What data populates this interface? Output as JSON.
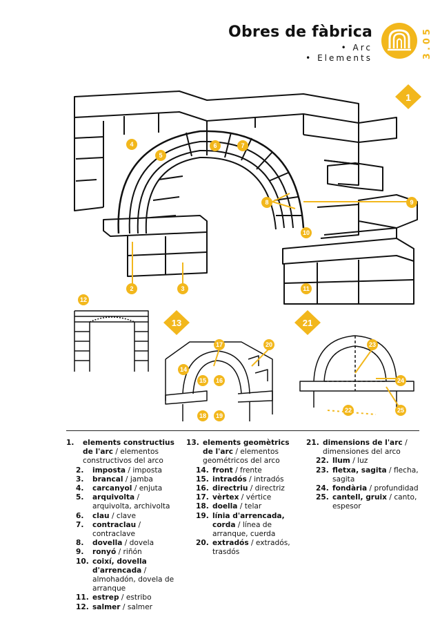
{
  "header": {
    "title": "Obres de fàbrica",
    "subtitle1": "• Arc",
    "subtitle2": "• Elements",
    "section_number": "3.05"
  },
  "figures": {
    "main_badge": "1",
    "detail_badge": "13",
    "dimensions_badge": "21",
    "colors": {
      "accent": "#f2b71c",
      "line": "#111111"
    },
    "main_labels": [
      "4",
      "5",
      "6",
      "7",
      "8",
      "9",
      "10",
      "2",
      "3",
      "11",
      "12"
    ],
    "detail_labels": [
      "17",
      "20",
      "14",
      "15",
      "16",
      "18",
      "19"
    ],
    "dim_labels": [
      "23",
      "24",
      "22",
      "25"
    ]
  },
  "legend": {
    "col1": [
      {
        "n": "1.",
        "term": "elements constructius de l'arc",
        "rest": " / elementos constructivos del arco",
        "level": 0
      },
      {
        "n": "2.",
        "term": "imposta",
        "rest": " / imposta",
        "level": 1
      },
      {
        "n": "3.",
        "term": "brancal",
        "rest": " / jamba",
        "level": 1
      },
      {
        "n": "4.",
        "term": "carcanyol",
        "rest": " / enjuta",
        "level": 1
      },
      {
        "n": "5.",
        "term": "arquivolta",
        "rest": " / arquivolta, archivolta",
        "level": 1
      },
      {
        "n": "6.",
        "term": "clau",
        "rest": " / clave",
        "level": 1
      },
      {
        "n": "7.",
        "term": "contraclau",
        "rest": " / contraclave",
        "level": 1
      },
      {
        "n": "8.",
        "term": "dovella",
        "rest": " / dovela",
        "level": 1
      },
      {
        "n": "9.",
        "term": "ronyó",
        "rest": " / riñón",
        "level": 1
      },
      {
        "n": "10.",
        "term": "coixí, dovella d'arrencada",
        "rest": " / almohadón, dovela de arranque",
        "level": 1
      },
      {
        "n": "11.",
        "term": "estrep",
        "rest": " / estribo",
        "level": 1
      },
      {
        "n": "12.",
        "term": "salmer",
        "rest": " / salmer",
        "level": 1
      }
    ],
    "col2": [
      {
        "n": "13.",
        "term": "elements geomètrics de l'arc",
        "rest": " / elementos geométricos del arco",
        "level": 0
      },
      {
        "n": "14.",
        "term": "front",
        "rest": " / frente",
        "level": 1
      },
      {
        "n": "15.",
        "term": "intradós",
        "rest": " / intradós",
        "level": 1
      },
      {
        "n": "16.",
        "term": "directriu",
        "rest": " / directriz",
        "level": 1
      },
      {
        "n": "17.",
        "term": "vèrtex",
        "rest": " / vértice",
        "level": 1
      },
      {
        "n": "18.",
        "term": "doella",
        "rest": " / telar",
        "level": 1
      },
      {
        "n": "19.",
        "term": "línia d'arrencada, corda",
        "rest": " / línea de arranque, cuerda",
        "level": 1
      },
      {
        "n": "20.",
        "term": "extradós",
        "rest": " / extradós, trasdós",
        "level": 1
      }
    ],
    "col3": [
      {
        "n": "21.",
        "term": "dimensions de l'arc",
        "rest": " / dimensiones del arco",
        "level": 0
      },
      {
        "n": "22.",
        "term": "llum",
        "rest": " / luz",
        "level": 1
      },
      {
        "n": "23.",
        "term": "fletxa, sagita",
        "rest": " / flecha, sagita",
        "level": 1
      },
      {
        "n": "24.",
        "term": "fondària",
        "rest": " / profundidad",
        "level": 1
      },
      {
        "n": "25.",
        "term": "cantell, gruix",
        "rest": " / canto, espesor",
        "level": 1
      }
    ]
  }
}
